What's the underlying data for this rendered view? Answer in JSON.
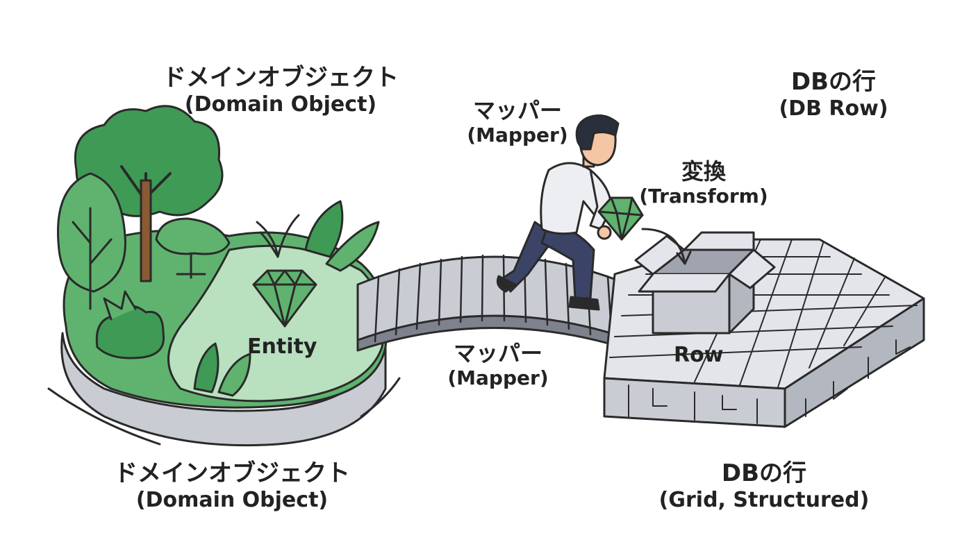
{
  "domain_object_top": {
    "jp": "ドメインオブジェクト",
    "en": "(Domain Object)"
  },
  "mapper_top": {
    "jp": "マッパー",
    "en": "(Mapper)"
  },
  "db_row_top": {
    "jp": "DBの行",
    "en": "(DB Row)"
  },
  "transform": {
    "jp": "変換",
    "en": "(Transform)"
  },
  "entity_label": "Entity",
  "row_label": "Row",
  "mapper_bridge": {
    "jp": "マッパー",
    "en": "(Mapper)"
  },
  "domain_object_bottom": {
    "jp": "ドメインオブジェクト",
    "en": "(Domain Object)"
  },
  "db_row_bottom": {
    "jp": "DBの行",
    "en": "(Grid, Structured)"
  },
  "colors": {
    "green_dark": "#3f9a55",
    "green_mid": "#5fb36f",
    "green_light": "#b9e0bf",
    "gray_stone": "#c9ccd3",
    "gray_dark": "#7d828c",
    "person_pants": "#3b4466",
    "outline": "#2a2a2a"
  },
  "icons": [
    "tree-icon",
    "gem-icon",
    "person-icon",
    "box-icon",
    "bridge-icon",
    "grid-block-icon"
  ]
}
